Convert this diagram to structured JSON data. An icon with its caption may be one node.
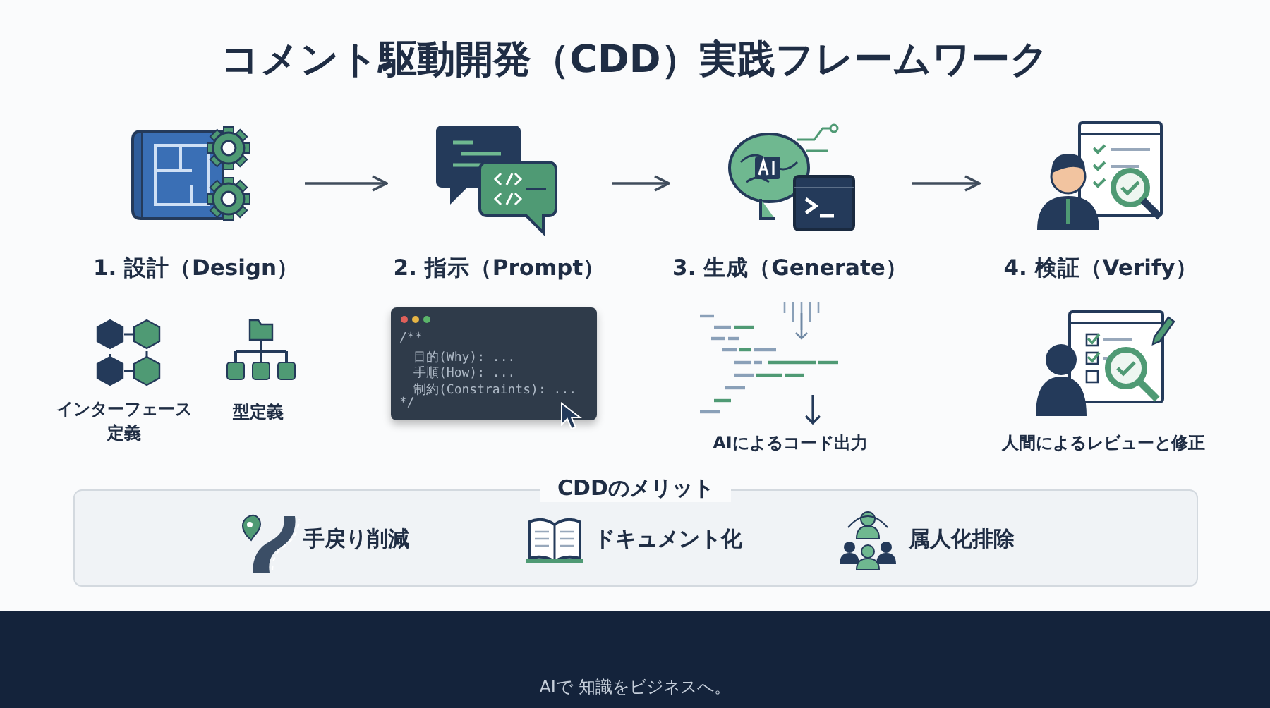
{
  "diagram": {
    "title": "コメント駆動開発（CDD）実践フレームワーク",
    "nodes": [
      {
        "text": [
          "1. 設計（Design）"
        ]
      },
      {
        "text": [
          "2. 指示（Prompt）"
        ]
      },
      {
        "text": [
          "3. 生成（Generate）"
        ]
      },
      {
        "text": [
          "4. 検証（Verify）"
        ]
      },
      {
        "text": [
          "/**",
          "目的(Why): ...",
          "手順(How): ...",
          "制約(Constraints): ...",
          "*/"
        ]
      },
      {
        "text": [
          "CDDのメリット"
        ]
      }
    ],
    "edges": [
      {
        "from": 0,
        "to": 1,
        "arrow": "to"
      },
      {
        "from": 1,
        "to": 2,
        "arrow": "to"
      },
      {
        "from": 2,
        "to": 3,
        "arrow": "to"
      }
    ],
    "labels": [
      "インターフェース定義",
      "型定義",
      "AIによるコード出力",
      "人間によるレビューと修正",
      "手戻り削減",
      "ドキュメント化",
      "属人化排除",
      "AIで 知識をビジネスへ。"
    ]
  }
}
